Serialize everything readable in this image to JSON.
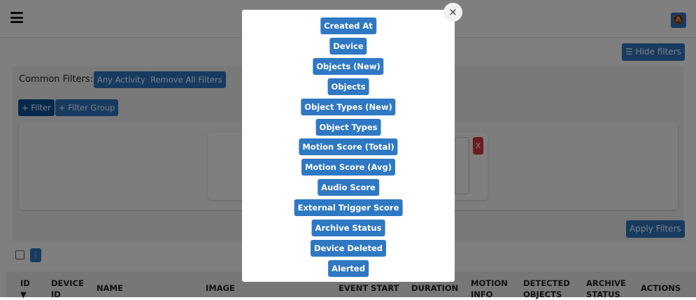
{
  "header": {
    "menu_icon": "hamburger-icon",
    "notify_icon": "bell-off-icon"
  },
  "filters": {
    "hide_filters": "Hide filters",
    "common_filters_label": "Common Filters:",
    "any_activity": "Any Activity",
    "remove_all": "Remove All Filters",
    "add_filter": "+ Filter",
    "add_filter_group": "+ Filter Group",
    "remove_x": "X",
    "apply": "Apply Filters"
  },
  "toolbar": {
    "kebab": "⋮"
  },
  "table": {
    "headers": [
      {
        "l1": "ID",
        "l2": "▼"
      },
      {
        "l1": "DEVICE",
        "l2": "ID"
      },
      {
        "l1": "NAME",
        "l2": ""
      },
      {
        "l1": "IMAGE",
        "l2": ""
      },
      {
        "l1": "EVENT START",
        "l2": ""
      },
      {
        "l1": "DURATION",
        "l2": ""
      },
      {
        "l1": "MOTION",
        "l2": "INFO"
      },
      {
        "l1": "DETECTED",
        "l2": "OBJECTS"
      },
      {
        "l1": "ARCHIVE",
        "l2": "STATUS"
      },
      {
        "l1": "ACTIONS",
        "l2": ""
      }
    ]
  },
  "modal": {
    "close": "×",
    "options": [
      "Created At",
      "Device",
      "Objects (New)",
      "Objects",
      "Object Types (New)",
      "Object Types",
      "Motion Score (Total)",
      "Motion Score (Avg)",
      "Audio Score",
      "External Trigger Score",
      "Archive Status",
      "Device Deleted",
      "Alerted"
    ]
  }
}
